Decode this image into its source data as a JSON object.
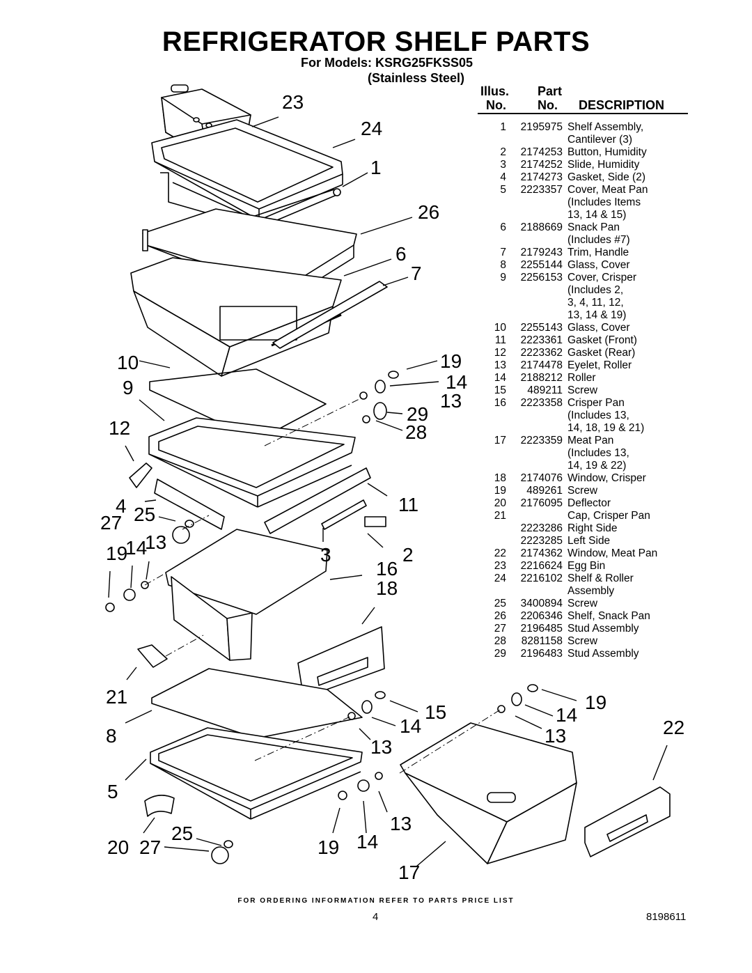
{
  "title": "REFRIGERATOR SHELF PARTS",
  "models_line1": "For Models: KSRG25FKSS05",
  "models_line2": "(Stainless Steel)",
  "table_header": {
    "illus_top": "Illus.",
    "illus_bottom": "No.",
    "part_top": "Part",
    "part_bottom": "No.",
    "description": "DESCRIPTION"
  },
  "parts": [
    {
      "illus": "1",
      "part": "2195975",
      "desc": [
        "Shelf Assembly,",
        "Cantilever (3)"
      ]
    },
    {
      "illus": "2",
      "part": "2174253",
      "desc": [
        "Button, Humidity"
      ]
    },
    {
      "illus": "3",
      "part": "2174252",
      "desc": [
        "Slide, Humidity"
      ]
    },
    {
      "illus": "4",
      "part": "2174273",
      "desc": [
        "Gasket, Side (2)"
      ]
    },
    {
      "illus": "5",
      "part": "2223357",
      "desc": [
        "Cover, Meat Pan",
        "(Includes Items",
        "13, 14 & 15)"
      ]
    },
    {
      "illus": "6",
      "part": "2188669",
      "desc": [
        "Snack Pan",
        "(Includes #7)"
      ]
    },
    {
      "illus": "7",
      "part": "2179243",
      "desc": [
        "Trim, Handle"
      ]
    },
    {
      "illus": "8",
      "part": "2255144",
      "desc": [
        "Glass, Cover"
      ]
    },
    {
      "illus": "9",
      "part": "2256153",
      "desc": [
        "Cover, Crisper",
        "(Includes 2,",
        "3, 4, 11, 12,",
        "13, 14 & 19)"
      ]
    },
    {
      "illus": "10",
      "part": "2255143",
      "desc": [
        "Glass, Cover"
      ]
    },
    {
      "illus": "11",
      "part": "2223361",
      "desc": [
        "Gasket (Front)"
      ]
    },
    {
      "illus": "12",
      "part": "2223362",
      "desc": [
        "Gasket (Rear)"
      ]
    },
    {
      "illus": "13",
      "part": "2174478",
      "desc": [
        "Eyelet, Roller"
      ]
    },
    {
      "illus": "14",
      "part": "2188212",
      "desc": [
        "Roller"
      ]
    },
    {
      "illus": "15",
      "part": "489211",
      "desc": [
        "Screw"
      ]
    },
    {
      "illus": "16",
      "part": "2223358",
      "desc": [
        "Crisper Pan",
        "(Includes 13,",
        "14, 18, 19 & 21)"
      ]
    },
    {
      "illus": "17",
      "part": "2223359",
      "desc": [
        "Meat Pan",
        "(Includes 13,",
        "14, 19 & 22)"
      ]
    },
    {
      "illus": "18",
      "part": "2174076",
      "desc": [
        "Window, Crisper"
      ]
    },
    {
      "illus": "19",
      "part": "489261",
      "desc": [
        "Screw"
      ]
    },
    {
      "illus": "20",
      "part": "2176095",
      "desc": [
        "Deflector"
      ]
    },
    {
      "illus": "21",
      "part": "",
      "desc": [
        "Cap, Crisper Pan"
      ]
    },
    {
      "illus": "",
      "part": "2223286",
      "desc": [
        "Right Side"
      ]
    },
    {
      "illus": "",
      "part": "2223285",
      "desc": [
        "Left Side"
      ]
    },
    {
      "illus": "22",
      "part": "2174362",
      "desc": [
        "Window, Meat Pan"
      ]
    },
    {
      "illus": "23",
      "part": "2216624",
      "desc": [
        "Egg Bin"
      ]
    },
    {
      "illus": "24",
      "part": "2216102",
      "desc": [
        "Shelf & Roller",
        "Assembly"
      ]
    },
    {
      "illus": "25",
      "part": "3400894",
      "desc": [
        "Screw"
      ]
    },
    {
      "illus": "26",
      "part": "2206346",
      "desc": [
        "Shelf, Snack Pan"
      ]
    },
    {
      "illus": "27",
      "part": "2196485",
      "desc": [
        "Stud Assembly"
      ]
    },
    {
      "illus": "28",
      "part": "8281158",
      "desc": [
        "Screw"
      ]
    },
    {
      "illus": "29",
      "part": "2196483",
      "desc": [
        "Stud Assembly"
      ]
    }
  ],
  "callouts": {
    "c23": "23",
    "c24": "24",
    "c1": "1",
    "c26": "26",
    "c6": "6",
    "c7": "7",
    "c10": "10",
    "c9": "9",
    "c19a": "19",
    "c14a": "14",
    "c13a": "13",
    "c29": "29",
    "c28": "28",
    "c12": "12",
    "c4": "4",
    "c27a": "27",
    "c25a": "25",
    "c11": "11",
    "c19b": "19",
    "c14b": "14",
    "c13b": "13",
    "c3": "3",
    "c2": "2",
    "c16": "16",
    "c18": "18",
    "c21": "21",
    "c8": "8",
    "c15": "15",
    "c14c": "14",
    "c13c": "13",
    "c19c": "19",
    "c14d": "14",
    "c13d": "13",
    "c22": "22",
    "c5": "5",
    "c20": "20",
    "c27b": "27",
    "c25b": "25",
    "c19d": "19",
    "c14e": "14",
    "c13e": "13",
    "c17": "17"
  },
  "footer": "FOR ORDERING INFORMATION REFER TO PARTS PRICE LIST",
  "page_number": "4",
  "document_number": "8198611"
}
